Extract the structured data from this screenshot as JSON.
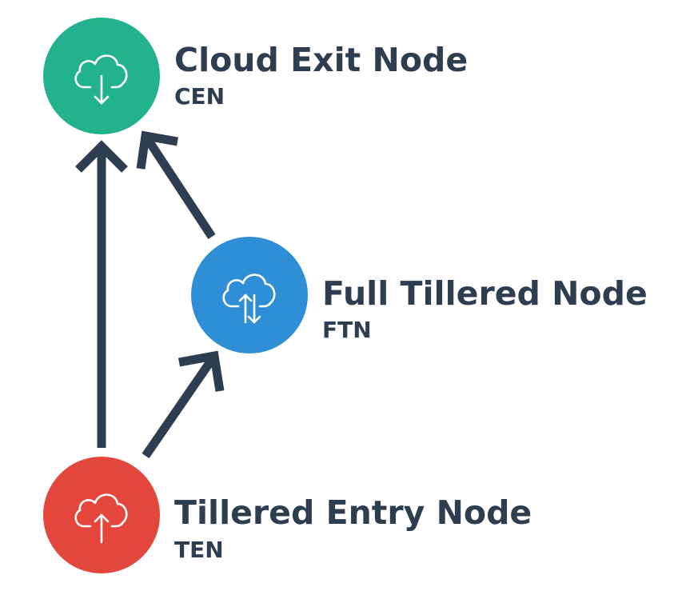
{
  "nodes": {
    "cen": {
      "title": "Cloud Exit Node",
      "abbr": "CEN",
      "color": "#22b38e",
      "icon": "cloud-download-icon"
    },
    "ftn": {
      "title": "Full Tillered Node",
      "abbr": "FTN",
      "color": "#2f8fd6",
      "icon": "cloud-sync-icon"
    },
    "ten": {
      "title": "Tillered Entry Node",
      "abbr": "TEN",
      "color": "#e4463b",
      "icon": "cloud-upload-icon"
    }
  },
  "edges": [
    {
      "from": "TEN",
      "to": "CEN"
    },
    {
      "from": "TEN",
      "to": "FTN"
    },
    {
      "from": "FTN",
      "to": "CEN"
    }
  ]
}
